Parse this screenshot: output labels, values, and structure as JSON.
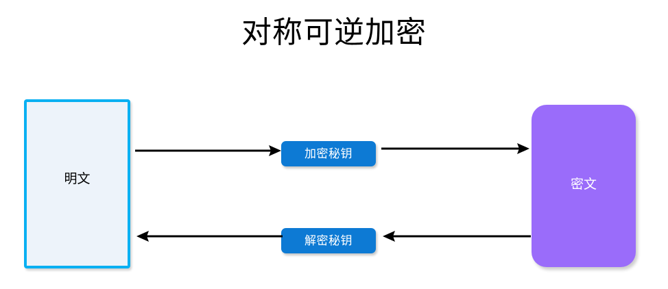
{
  "title": "对称可逆加密",
  "nodes": {
    "plaintext": {
      "label": "明文",
      "fill": "#edf3fa",
      "border": "#09b0f2",
      "text_color": "#000000"
    },
    "ciphertext": {
      "label": "密文",
      "fill": "#9a6cfa",
      "text_color": "#ffffff"
    },
    "encrypt_key": {
      "label": "加密秘钥",
      "fill": "#0d7ad4",
      "text_color": "#ffffff"
    },
    "decrypt_key": {
      "label": "解密秘钥",
      "fill": "#0d7ad4",
      "text_color": "#ffffff"
    }
  },
  "arrows": [
    {
      "name": "plaintext-to-encrypt-key",
      "direction": "right",
      "color": "#000000"
    },
    {
      "name": "encrypt-key-to-ciphertext",
      "direction": "right",
      "color": "#000000"
    },
    {
      "name": "ciphertext-to-decrypt-key",
      "direction": "left",
      "color": "#000000"
    },
    {
      "name": "decrypt-key-to-plaintext",
      "direction": "left",
      "color": "#000000"
    }
  ]
}
